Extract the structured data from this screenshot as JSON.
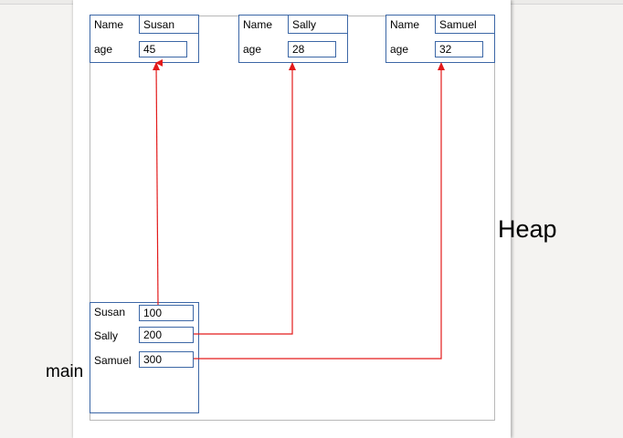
{
  "heap_label": "Heap",
  "main_label": "main",
  "objects": [
    {
      "name_label": "Name",
      "name_value": "Susan",
      "age_label": "age",
      "age_value": "45"
    },
    {
      "name_label": "Name",
      "name_value": "Sally",
      "age_label": "age",
      "age_value": "28"
    },
    {
      "name_label": "Name",
      "name_value": "Samuel",
      "age_label": "age",
      "age_value": "32"
    }
  ],
  "main_vars": [
    {
      "label": "Susan",
      "value": "100"
    },
    {
      "label": "Sally",
      "value": "200"
    },
    {
      "label": "Samuel",
      "value": "300"
    }
  ],
  "colors": {
    "arrow": "#e31b1b",
    "box_border": "#3c67a6"
  }
}
